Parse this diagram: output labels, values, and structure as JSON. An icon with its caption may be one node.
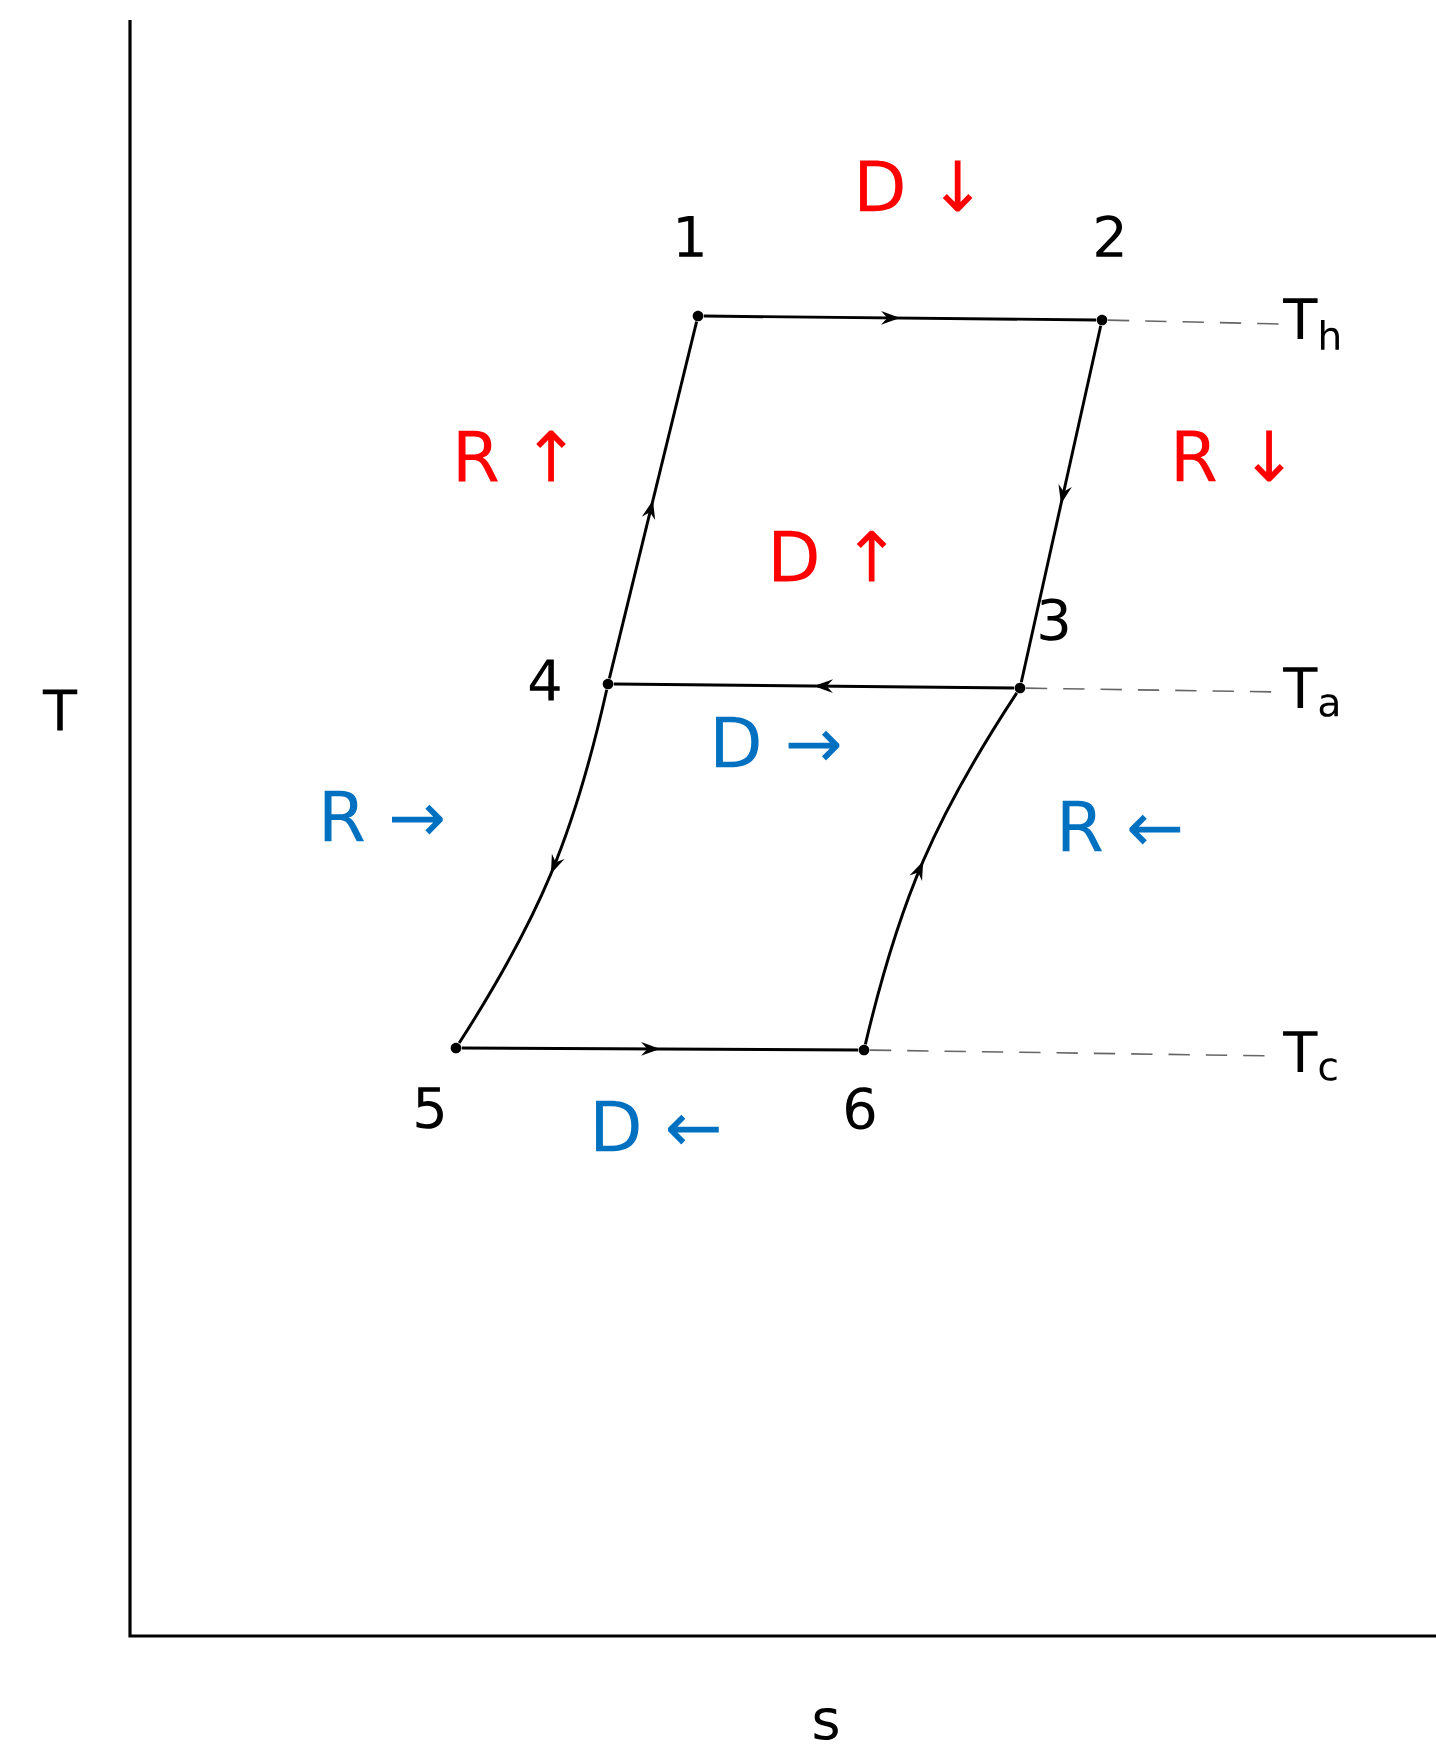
{
  "diagram": {
    "nodes": [
      {
        "text": [],
        "shape": "circle",
        "beside": [
          "1"
        ]
      },
      {
        "text": [],
        "shape": "circle",
        "beside": [
          "2"
        ]
      },
      {
        "text": [],
        "shape": "circle",
        "beside": [
          "3"
        ]
      },
      {
        "text": [],
        "shape": "circle",
        "beside": [
          "4"
        ]
      },
      {
        "text": [],
        "shape": "circle",
        "beside": [
          "5"
        ]
      },
      {
        "text": [],
        "shape": "circle",
        "beside": [
          "6"
        ]
      },
      {
        "text": [
          "T$_{h}$"
        ]
      },
      {
        "text": [
          "T$_{a}$"
        ]
      },
      {
        "text": [
          "T$_{c}$"
        ]
      }
    ],
    "edges": [
      {
        "from": 0,
        "to": 1,
        "arrow": "to"
      },
      {
        "from": 1,
        "to": 2,
        "arrow": "to"
      },
      {
        "from": 2,
        "to": 3,
        "arrow": "to"
      },
      {
        "from": 3,
        "to": 0,
        "arrow": "to"
      },
      {
        "from": 3,
        "to": 4,
        "arrow": "to"
      },
      {
        "from": 4,
        "to": 5,
        "arrow": "to"
      },
      {
        "from": 5,
        "to": 2,
        "arrow": "to"
      },
      {
        "from": 1,
        "to": 6,
        "arrow": "none",
        "style": "dashed",
        "color": "#666666"
      },
      {
        "from": 2,
        "to": 7,
        "arrow": "none",
        "style": "dashed",
        "color": "#666666"
      },
      {
        "from": 5,
        "to": 8,
        "arrow": "none",
        "style": "dashed",
        "color": "#666666"
      }
    ],
    "labels": [
      "D ↓",
      "R ↑",
      "R ↓",
      "D ↑",
      "D →",
      "R →",
      "R ←",
      "D ←",
      "T",
      "s"
    ]
  }
}
